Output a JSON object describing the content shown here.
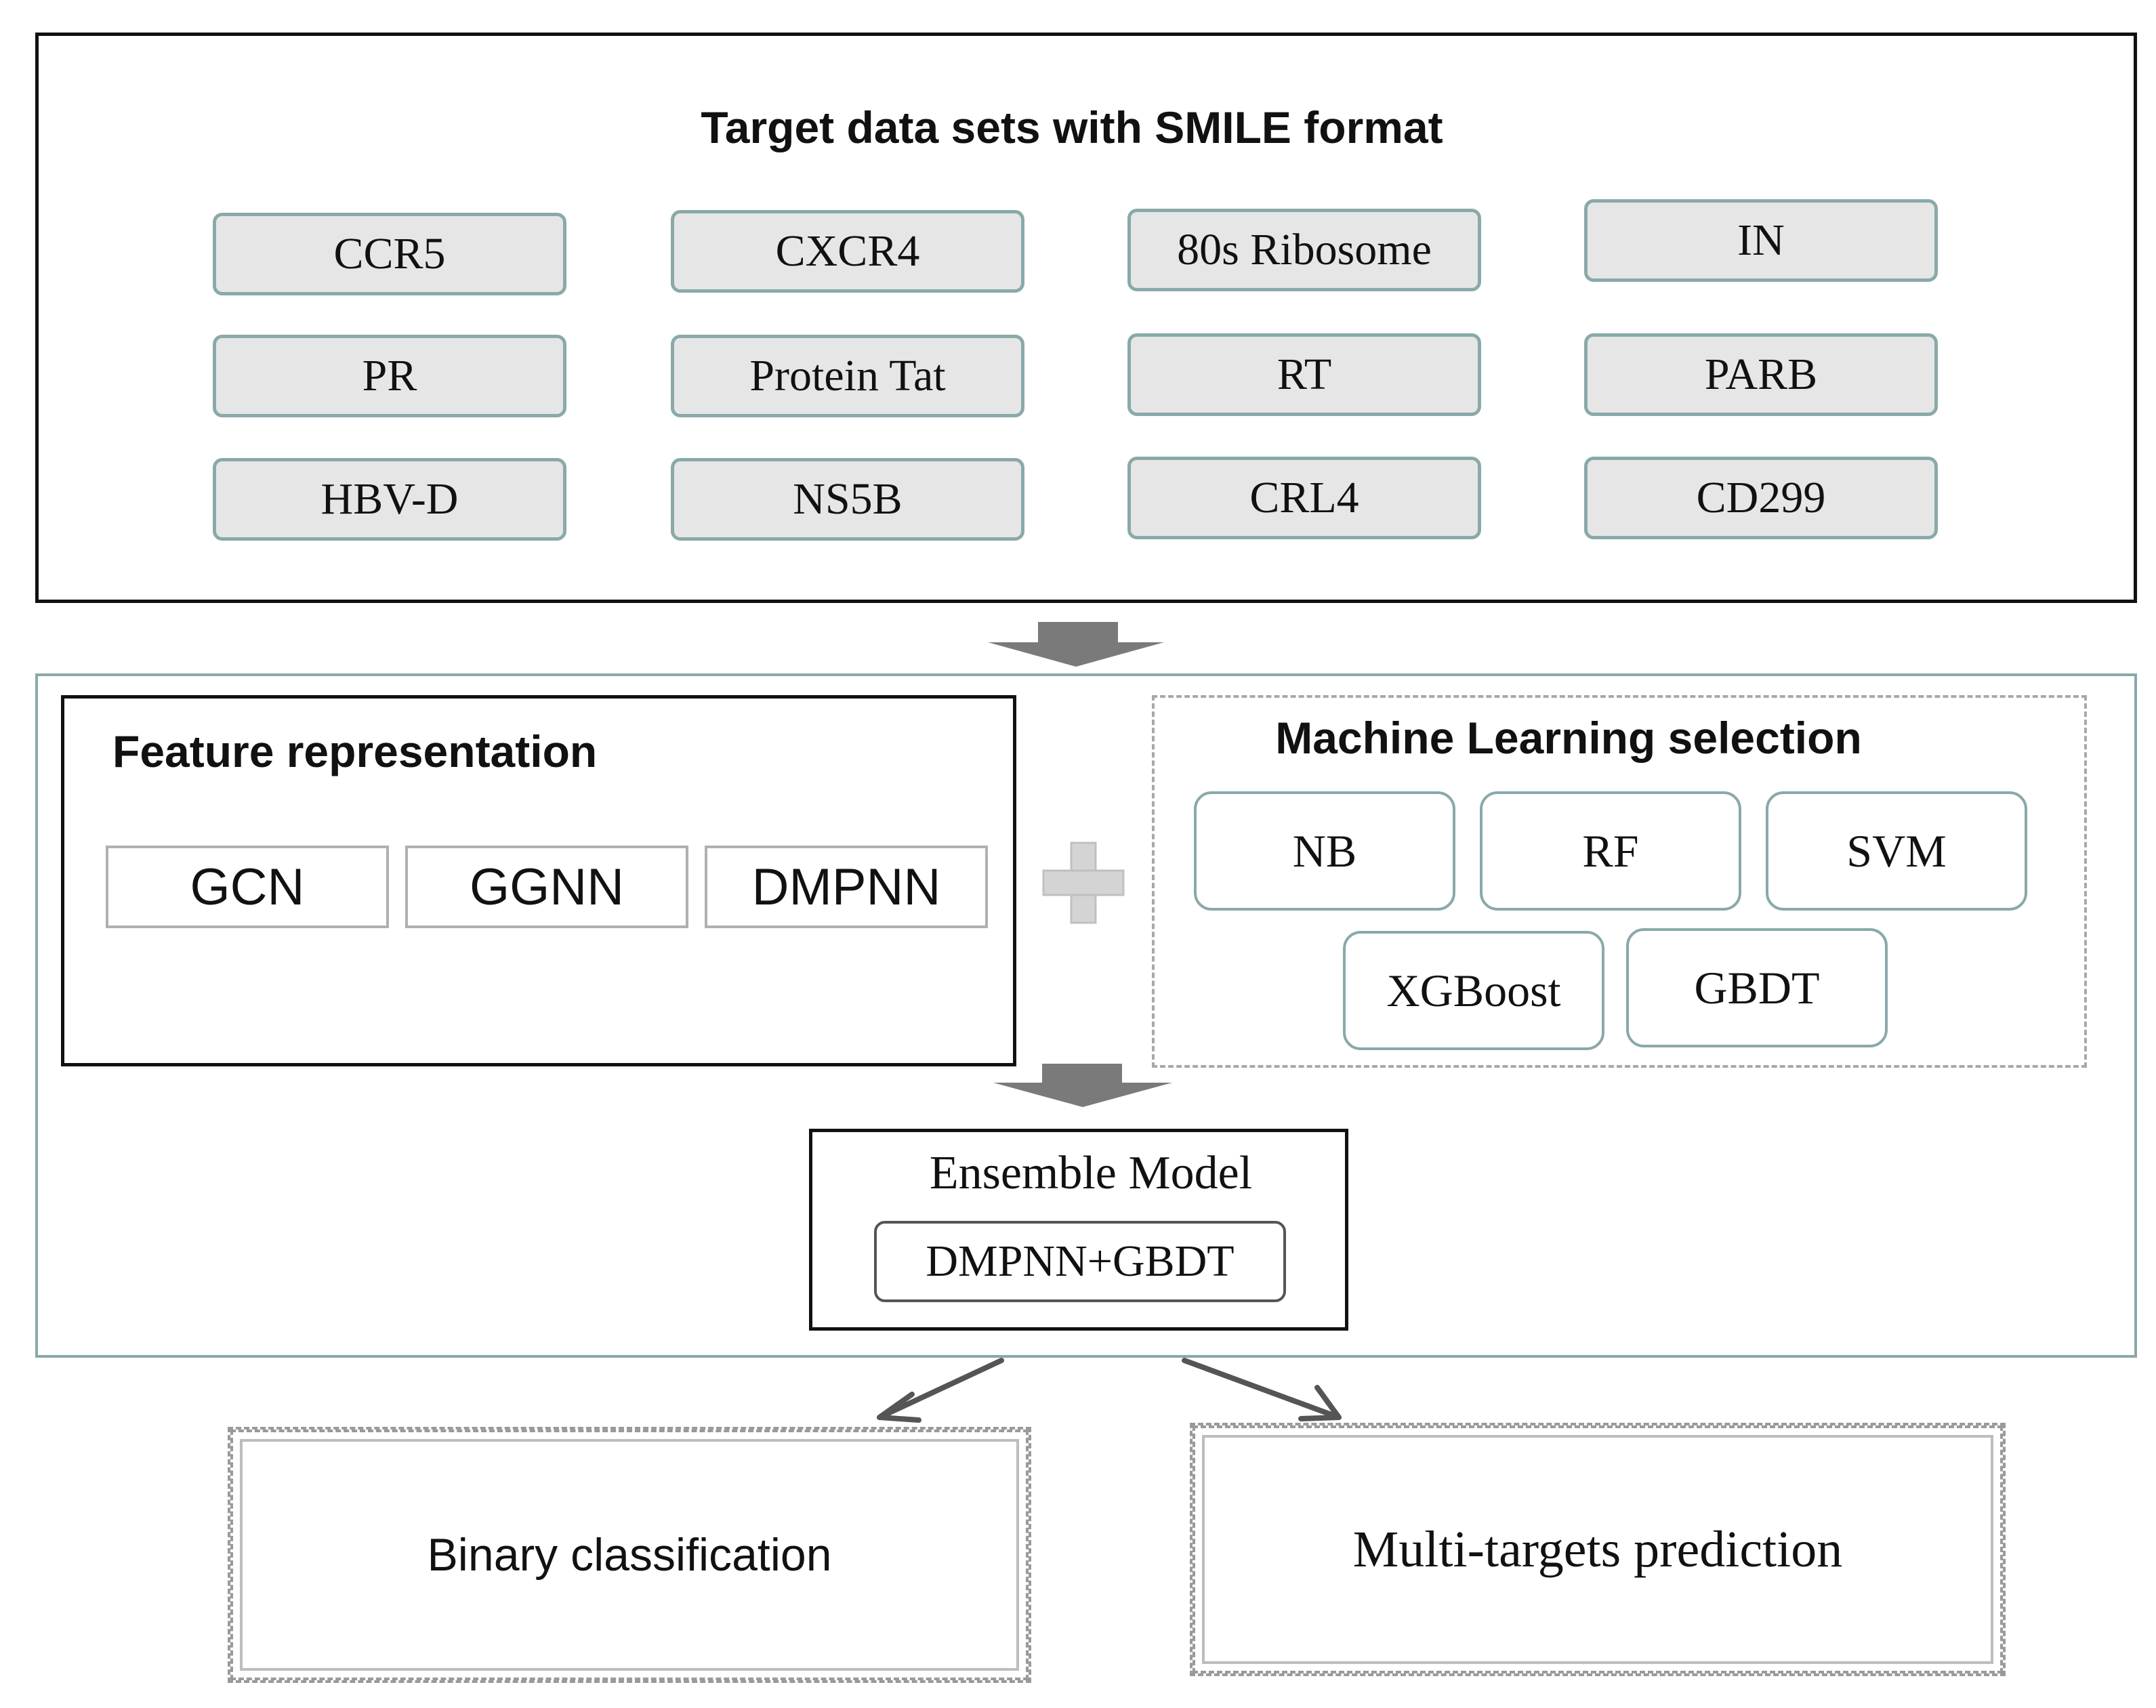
{
  "diagram": {
    "targets": {
      "title": "Target data sets with SMILE format",
      "items": [
        "CCR5",
        "CXCR4",
        "80s Ribosome",
        "IN",
        "PR",
        "Protein Tat",
        "RT",
        "PARB",
        "HBV-D",
        "NS5B",
        "CRL4",
        "CD299"
      ]
    },
    "feature_representation": {
      "title": "Feature representation",
      "items": [
        "GCN",
        "GGNN",
        "DMPNN"
      ]
    },
    "ml_selection": {
      "title": "Machine Learning selection",
      "items": [
        "NB",
        "RF",
        "SVM",
        "XGBoost",
        "GBDT"
      ]
    },
    "ensemble": {
      "title": "Ensemble Model",
      "model": "DMPNN+GBDT"
    },
    "outputs": {
      "binary": "Binary classification",
      "multi": "Multi-targets prediction"
    },
    "colors": {
      "frame": "#111111",
      "teal_border": "#8aa9a9",
      "pill_fill": "#e6e6e6",
      "arrow": "#7a7a7a",
      "plus": "#d4d4d4"
    }
  }
}
